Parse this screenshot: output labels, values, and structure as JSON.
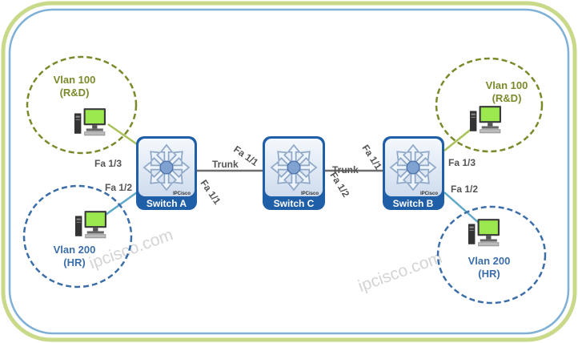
{
  "colors": {
    "frame_outer": "#c9d98a",
    "frame_inner": "#7fb0d6",
    "vlan100": "#7a8a2a",
    "vlan200": "#3b6ea8",
    "link_green": "#a9c25a",
    "link_blue": "#5fa8c8",
    "switch_fill": "#1f5fa8",
    "switch_top": "#dfe9f5",
    "trunk_line": "#6d6d6d",
    "label_text": "#555555",
    "watermark": "#d4d4d4"
  },
  "vlans": {
    "left_top": {
      "name": "Vlan 100",
      "dept": "(R&D)"
    },
    "left_bottom": {
      "name": "Vlan 200",
      "dept": "(HR)"
    },
    "right_top": {
      "name": "Vlan 100",
      "dept": "(R&D)"
    },
    "right_bottom": {
      "name": "Vlan 200",
      "dept": "(HR)"
    }
  },
  "switches": {
    "a": {
      "name": "Switch A",
      "brand": "IPCisco"
    },
    "b": {
      "name": "Switch B",
      "brand": "IPCisco"
    },
    "c": {
      "name": "Switch C",
      "brand": "IPCisco"
    }
  },
  "ports": {
    "a_vlan100": "Fa 1/3",
    "a_vlan200": "Fa 1/2",
    "a_trunk": "Fa 1/1",
    "c_left": "Fa 1/1",
    "c_right": "Fa 1/2",
    "b_trunk": "Fa 1/1",
    "b_vlan100": "Fa 1/3",
    "b_vlan200": "Fa 1/2"
  },
  "links": {
    "trunk_left": "Trunk",
    "trunk_right": "Trunk"
  },
  "watermarks": {
    "left": "ipcisco.com",
    "right": "ipcisco.com"
  }
}
